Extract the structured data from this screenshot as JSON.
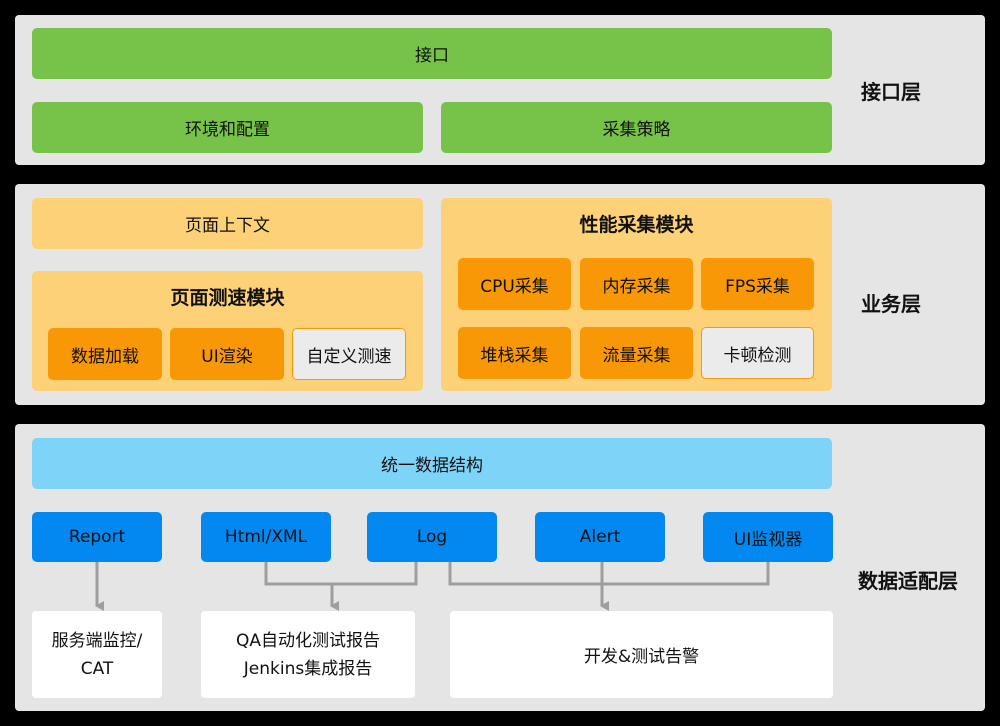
{
  "interface_layer": {
    "label": "接口层",
    "interface": "接口",
    "env_config": "环境和配置",
    "collect_strategy": "采集策略"
  },
  "business_layer": {
    "label": "业务层",
    "page_context": "页面上下文",
    "page_speed_module": {
      "title": "页面测速模块",
      "items": [
        "数据加载",
        "UI渲染",
        "自定义测速"
      ]
    },
    "perf_module": {
      "title": "性能采集模块",
      "items": [
        "CPU采集",
        "内存采集",
        "FPS采集",
        "堆栈采集",
        "流量采集",
        "卡顿检测"
      ]
    }
  },
  "data_layer": {
    "label": "数据适配层",
    "unified": "统一数据结构",
    "sources": [
      "Report",
      "Html/XML",
      "Log",
      "Alert",
      "UI监视器"
    ],
    "outputs": {
      "server_monitor_line1": "服务端监控/",
      "server_monitor_line2": "CAT",
      "qa_report_line1": "QA自动化测试报告",
      "qa_report_line2": "Jenkins集成报告",
      "dev_alert": "开发&测试告警"
    }
  },
  "colors": {
    "background": "#000000",
    "layer_bg": "#e5e5e5",
    "green": "#77c34a",
    "light_orange": "#fdd177",
    "orange": "#f99807",
    "cyan": "#7dd3f8",
    "blue": "#0288f0",
    "connector": "#9e9e9e"
  }
}
